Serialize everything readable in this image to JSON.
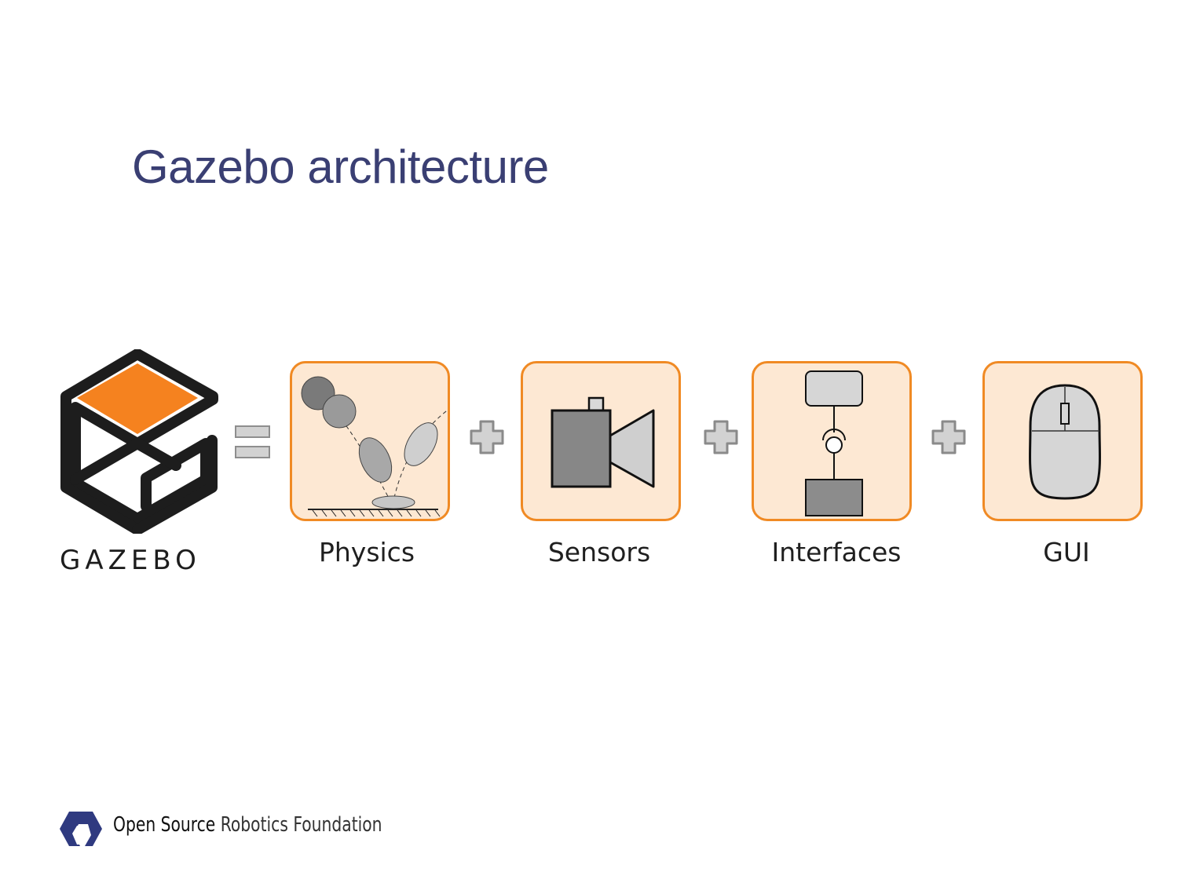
{
  "slide": {
    "title": "Gazebo architecture"
  },
  "logo": {
    "wordmark": "GAZEBO",
    "brand_color": "#f5821f"
  },
  "components": [
    {
      "label": "Physics",
      "icon": "physics-icon"
    },
    {
      "label": "Sensors",
      "icon": "camera-icon"
    },
    {
      "label": "Interfaces",
      "icon": "interface-icon"
    },
    {
      "label": "GUI",
      "icon": "mouse-icon"
    }
  ],
  "colors": {
    "title": "#3a3f73",
    "tile_border": "#f08a24",
    "tile_fill": "#fde8d3"
  },
  "footer": {
    "org_bold": "Open Source",
    "org_light": "Robotics Foundation"
  }
}
